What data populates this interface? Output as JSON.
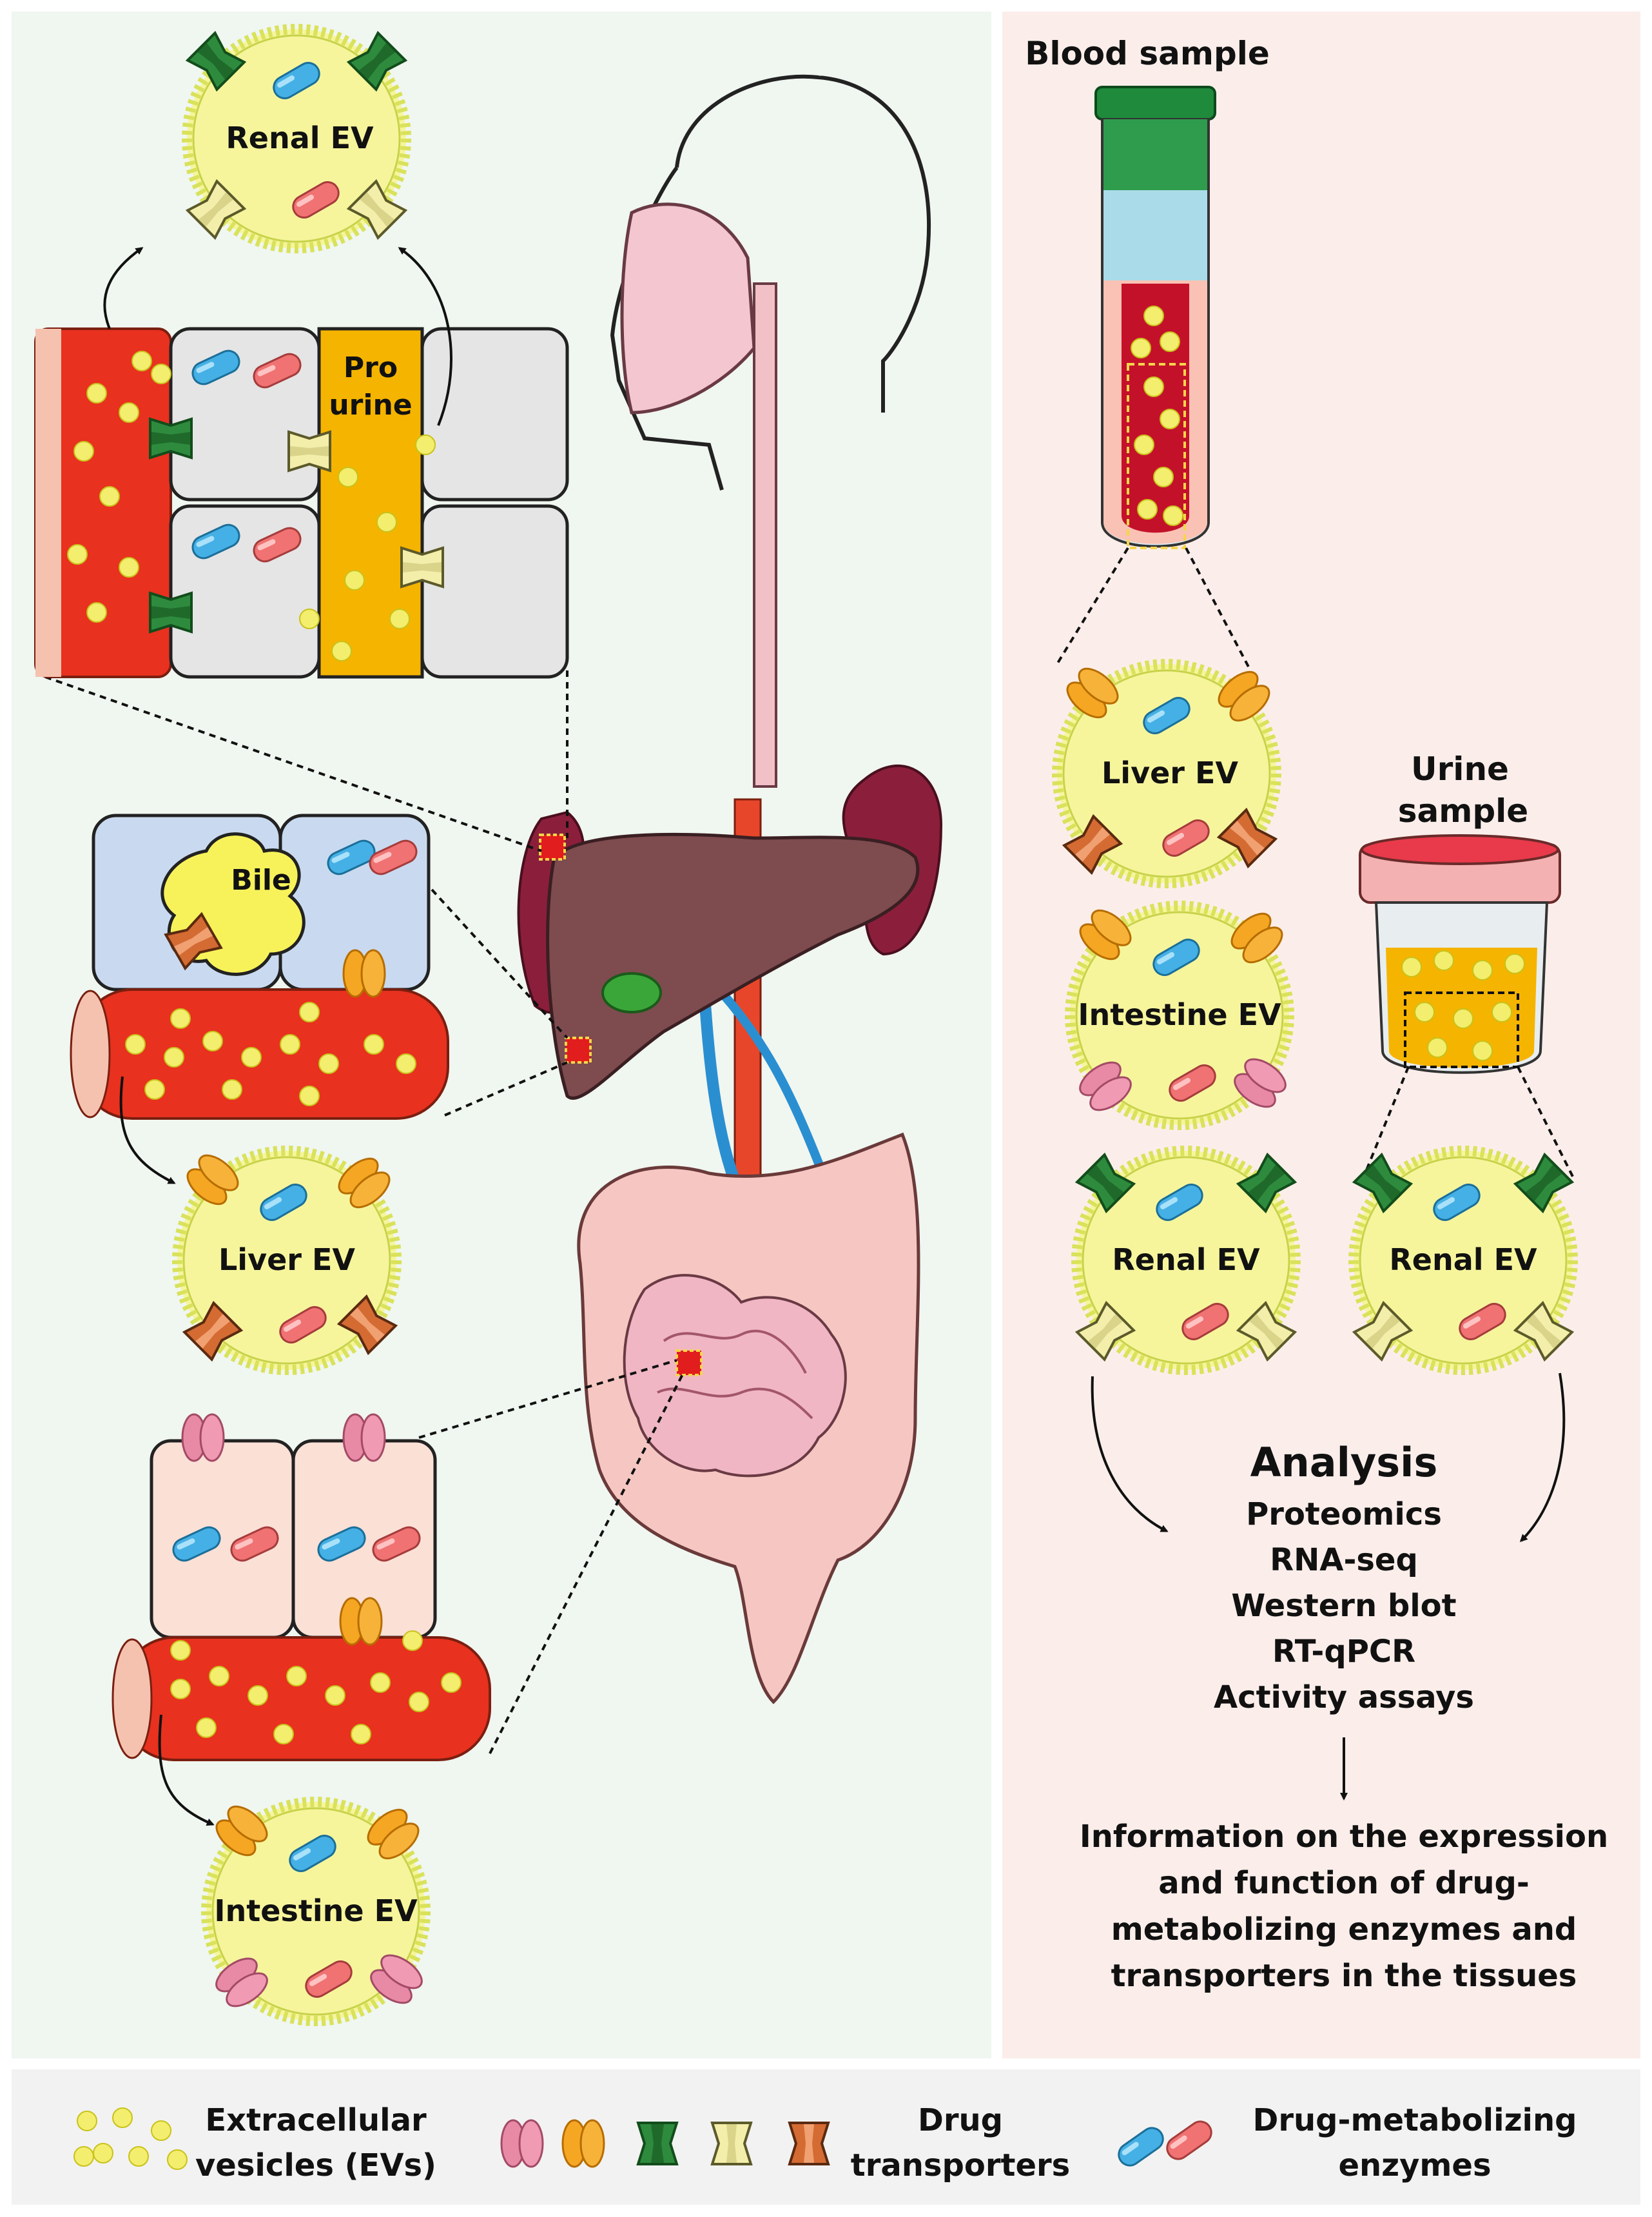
{
  "labels": {
    "renal_ev_top": "Renal EV",
    "pro_urine_1": "Pro",
    "pro_urine_2": "urine",
    "bile": "Bile",
    "liver_ev_left": "Liver EV",
    "intestine_ev_left": "Intestine EV",
    "blood_sample": "Blood  sample",
    "urine_sample_1": "Urine",
    "urine_sample_2": "sample",
    "liver_ev_right": "Liver EV",
    "intestine_ev_right": "Intestine EV",
    "renal_ev_blood": "Renal EV",
    "renal_ev_urine": "Renal EV"
  },
  "analysis": {
    "title": "Analysis",
    "methods": [
      "Proteomics",
      "RNA-seq",
      "Western blot",
      "RT-qPCR",
      "Activity assays"
    ],
    "outcome": [
      "Information on the expression",
      "and function of drug-",
      "metabolizing enzymes and",
      "transporters in the tissues"
    ]
  },
  "legend": {
    "evs_1": "Extracellular",
    "evs_2": "vesicles (EVs)",
    "transporters_1": "Drug",
    "transporters_2": "transporters",
    "enzymes_1": "Drug-metabolizing",
    "enzymes_2": "enzymes"
  },
  "colors": {
    "left_panel_bg": "#f0f6f0",
    "right_panel_bg": "#fbeeea",
    "legend_bg": "#f2f2f2",
    "ev_fill": "#f6f59c",
    "ev_ring": "#d9e25a",
    "vesicle": "#f3ee6e",
    "vessel_red": "#e8311f",
    "transporter_green": "#2e8b3e",
    "transporter_yellow": "#f3eeaa",
    "transporter_orange": "#f5a623",
    "transporter_brown": "#c8622e",
    "transporter_pink": "#e88aa6",
    "enzyme_blue": "#45b0e5",
    "enzyme_red": "#f07272"
  }
}
